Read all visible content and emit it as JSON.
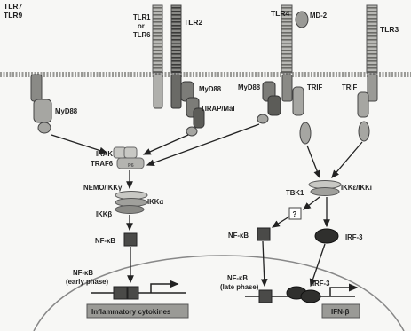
{
  "receptors": {
    "tlr7_tlr9": [
      "TLR7",
      "TLR9"
    ],
    "tlr1_tlr6": [
      "TLR1",
      "or",
      "TLR6"
    ],
    "tlr2": "TLR2",
    "tlr4": "TLR4",
    "md2": "MD-2",
    "tlr3": "TLR3"
  },
  "adaptors": {
    "myd88_left": "MyD88",
    "myd88_mid": "MyD88",
    "tirap_mal": "TIRAP/Mal",
    "myd88_tlr4": "MyD88",
    "trif_tlr4": "TRIF",
    "trif_tlr3": "TRIF"
  },
  "kinases": {
    "irak": "IRAK",
    "traf6": "TRAF6",
    "traf6_small": "P6",
    "nemo": "NEMO/IKKγ",
    "ikka": "IKKα",
    "ikkb": "IKKβ",
    "nfkb_left": "NF-κB",
    "ikke": "IKKε/IKKi",
    "tbk1": "TBK1",
    "question": "?",
    "nfkb_right": "NF-κB",
    "irf3": "IRF-3"
  },
  "nucleus": {
    "nfkb_early": [
      "NF-κB",
      "(early phase)"
    ],
    "inflammatory": "Inflammatory cytokines",
    "nfkb_late": [
      "NF-κB",
      "(late phase)"
    ],
    "irf3": "IRF-3",
    "ifnb": "IFN-β"
  },
  "colors": {
    "receptor": "#9a9a96",
    "dark": "#4a4a48",
    "light": "#c8c8c4",
    "mid": "#7c7c78"
  }
}
